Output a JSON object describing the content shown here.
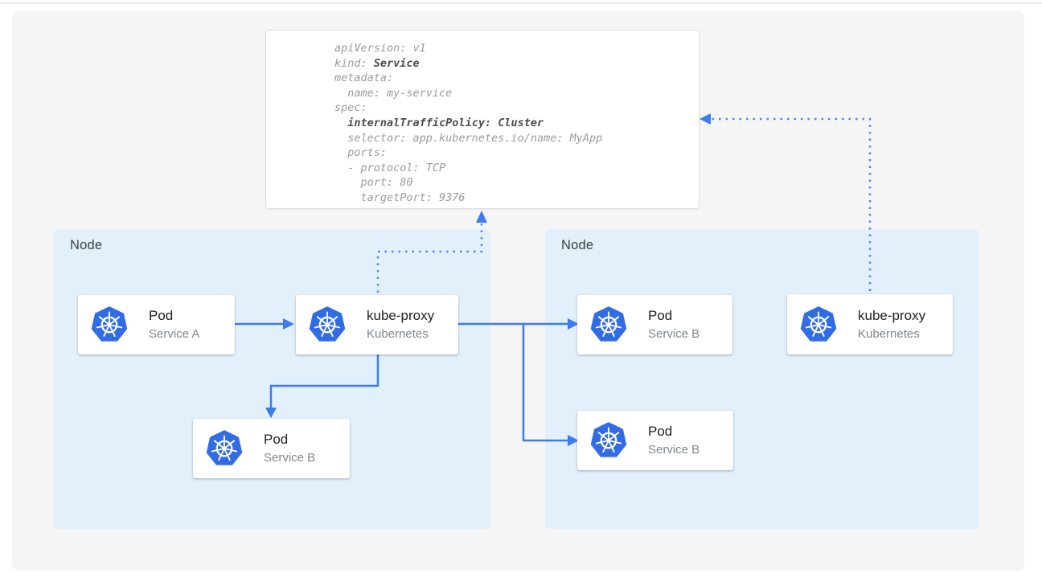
{
  "colors": {
    "page_bg": "#ffffff",
    "canvas_bg": "#f5f5f6",
    "node_bg": "#e2f0fc",
    "card_bg": "#ffffff",
    "line_blue": "#3d7bee",
    "dot_blue": "#4b87f2",
    "k8s_blue": "#326ce5",
    "code_gray": "#9b9b9b",
    "code_bold": "#4d4d4d",
    "title_color": "#202124",
    "subtitle_color": "#80868b",
    "node_label_color": "#3c4043"
  },
  "yaml_card": {
    "lines": [
      {
        "pre": "apiVersion: v1",
        "bold": ""
      },
      {
        "pre": "kind: ",
        "bold": "Service"
      },
      {
        "pre": "metadata:",
        "bold": ""
      },
      {
        "pre": "  name: my-service",
        "bold": ""
      },
      {
        "pre": "spec:",
        "bold": ""
      },
      {
        "pre": "  ",
        "bold": "internalTrafficPolicy: Cluster"
      },
      {
        "pre": "  selector: app.kubernetes.io/name: MyApp",
        "bold": ""
      },
      {
        "pre": "  ports:",
        "bold": ""
      },
      {
        "pre": "  - protocol: TCP",
        "bold": ""
      },
      {
        "pre": "    port: 80",
        "bold": ""
      },
      {
        "pre": "    targetPort: 9376",
        "bold": ""
      }
    ]
  },
  "left_node": {
    "label": "Node",
    "pod_a": {
      "title": "Pod",
      "subtitle": "Service A"
    },
    "kube_proxy": {
      "title": "kube-proxy",
      "subtitle": "Kubernetes"
    },
    "pod_b": {
      "title": "Pod",
      "subtitle": "Service B"
    }
  },
  "right_node": {
    "label": "Node",
    "pod_top": {
      "title": "Pod",
      "subtitle": "Service B"
    },
    "pod_bottom": {
      "title": "Pod",
      "subtitle": "Service B"
    },
    "kube_proxy": {
      "title": "kube-proxy",
      "subtitle": "Kubernetes"
    }
  }
}
